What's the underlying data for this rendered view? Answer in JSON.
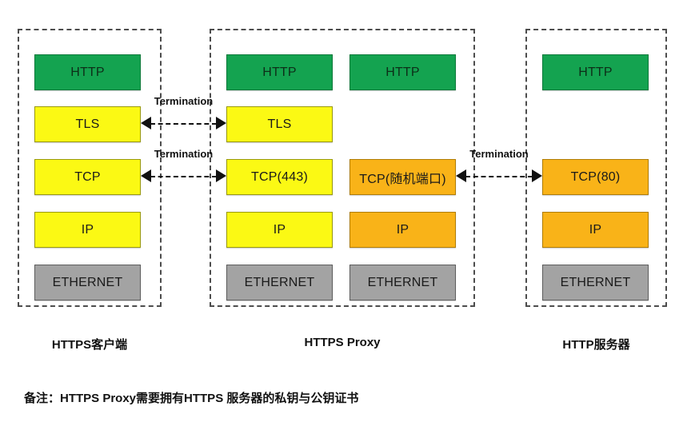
{
  "diagram": {
    "title_note": "备注：HTTPS Proxy需要拥有HTTPS 服务器的私钥与公钥证书",
    "colors": {
      "green": "#14a350",
      "yellow": "#fbf914",
      "orange": "#f9b318",
      "gray": "#a3a3a3",
      "border_dash": "#4d4d4d",
      "text": "#1a1a1a"
    },
    "groups": [
      {
        "id": "client",
        "caption": "HTTPS客户端",
        "stacks": [
          {
            "id": "client-stack",
            "layers": [
              {
                "label": "HTTP",
                "color": "green"
              },
              {
                "label": "TLS",
                "color": "yellow"
              },
              {
                "label": "TCP",
                "color": "yellow"
              },
              {
                "label": "IP",
                "color": "yellow"
              },
              {
                "label": "ETHERNET",
                "color": "gray"
              }
            ]
          }
        ]
      },
      {
        "id": "proxy",
        "caption": "HTTPS Proxy",
        "stacks": [
          {
            "id": "proxy-stack-left",
            "layers": [
              {
                "label": "HTTP",
                "color": "green"
              },
              {
                "label": "TLS",
                "color": "yellow"
              },
              {
                "label": "TCP(443)",
                "color": "yellow"
              },
              {
                "label": "IP",
                "color": "yellow"
              },
              {
                "label": "ETHERNET",
                "color": "gray"
              }
            ]
          },
          {
            "id": "proxy-stack-right",
            "layers": [
              {
                "label": "HTTP",
                "color": "green"
              },
              {
                "label": "",
                "color": "none"
              },
              {
                "label": "TCP(随机端口)",
                "color": "orange"
              },
              {
                "label": "IP",
                "color": "orange"
              },
              {
                "label": "ETHERNET",
                "color": "gray"
              }
            ]
          }
        ]
      },
      {
        "id": "server",
        "caption": "HTTP服务器",
        "stacks": [
          {
            "id": "server-stack",
            "layers": [
              {
                "label": "HTTP",
                "color": "green"
              },
              {
                "label": "",
                "color": "none"
              },
              {
                "label": "TCP(80)",
                "color": "orange"
              },
              {
                "label": "IP",
                "color": "orange"
              },
              {
                "label": "ETHERNET",
                "color": "gray"
              }
            ]
          }
        ]
      }
    ],
    "connectors": [
      {
        "id": "tls-termination",
        "label": "Termination",
        "from": "client.TLS",
        "to": "proxy.TLS"
      },
      {
        "id": "tcp-termination-1",
        "label": "Termination",
        "from": "client.TCP",
        "to": "proxy.TCP(443)"
      },
      {
        "id": "tcp-termination-2",
        "label": "Termination",
        "from": "proxy.TCP(随机端口)",
        "to": "server.TCP(80)"
      }
    ]
  }
}
